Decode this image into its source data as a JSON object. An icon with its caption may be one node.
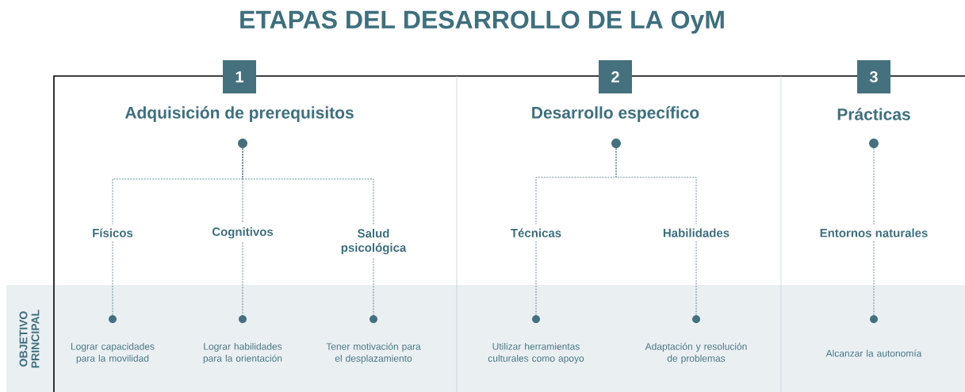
{
  "diagram": {
    "title": "ETAPAS DEL DESARROLLO DE LA OyM",
    "nodes": [
      {
        "text": [
          "1"
        ],
        "beside": [
          "Adquisición de prerequisitos"
        ]
      },
      {
        "text": [],
        "shape": "circle"
      },
      {
        "text": [
          "Físicos"
        ]
      },
      {
        "text": [
          "Cognitivos"
        ]
      },
      {
        "text": [
          "Salud psicológica"
        ]
      },
      {
        "text": [],
        "shape": "circle",
        "beside": [
          "Lograr capacidades para la movilidad"
        ]
      },
      {
        "text": [],
        "shape": "circle",
        "beside": [
          "Lograr habilidades para la orientación"
        ]
      },
      {
        "text": [],
        "shape": "circle",
        "beside": [
          "Tener motivación para el desplazamiento"
        ]
      },
      {
        "text": [
          "2"
        ],
        "beside": [
          "Desarrollo específico"
        ]
      },
      {
        "text": [],
        "shape": "circle"
      },
      {
        "text": [
          "Técnicas"
        ]
      },
      {
        "text": [
          "Habilidades"
        ]
      },
      {
        "text": [],
        "shape": "circle",
        "beside": [
          "Utilizar herramientas culturales como apoyo"
        ]
      },
      {
        "text": [],
        "shape": "circle",
        "beside": [
          "Adaptación y resolución de problemas"
        ]
      },
      {
        "text": [
          "3"
        ],
        "beside": [
          "Prácticas"
        ]
      },
      {
        "text": [],
        "shape": "circle"
      },
      {
        "text": [
          "Entornos naturales"
        ]
      },
      {
        "text": [],
        "shape": "circle",
        "beside": [
          "Alcanzar la autonomía"
        ]
      }
    ],
    "edges": [
      {
        "from": 1,
        "to": 2,
        "arrow": "none"
      },
      {
        "from": 1,
        "to": 3,
        "arrow": "none"
      },
      {
        "from": 1,
        "to": 4,
        "arrow": "none"
      },
      {
        "from": 2,
        "to": 5,
        "arrow": "none"
      },
      {
        "from": 3,
        "to": 6,
        "arrow": "none"
      },
      {
        "from": 4,
        "to": 7,
        "arrow": "none"
      },
      {
        "from": 9,
        "to": 10,
        "arrow": "none"
      },
      {
        "from": 9,
        "to": 11,
        "arrow": "none"
      },
      {
        "from": 10,
        "to": 12,
        "arrow": "none"
      },
      {
        "from": 11,
        "to": 13,
        "arrow": "none"
      },
      {
        "from": 15,
        "to": 16,
        "arrow": "none"
      },
      {
        "from": 16,
        "to": 17,
        "arrow": "none"
      }
    ],
    "labels": [
      "OBJETIVO PRINCIPAL"
    ]
  }
}
